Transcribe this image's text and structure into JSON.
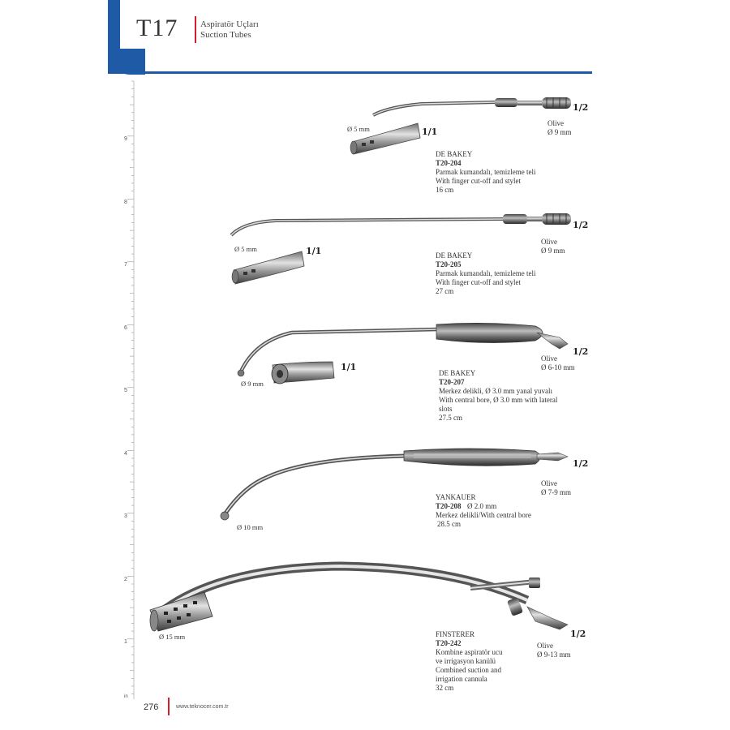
{
  "header": {
    "code": "T17",
    "title_tr": "Aspiratör Uçları",
    "title_en": "Suction Tubes",
    "accent": "#1f5aa6",
    "red": "#d21f2b"
  },
  "ruler": {
    "labels": [
      "9",
      "8",
      "7",
      "6",
      "5",
      "4",
      "3",
      "2",
      "1"
    ],
    "unit": "in"
  },
  "products": [
    {
      "brand": "DE BAKEY",
      "code": "T20-204",
      "lines": [
        "Parmak kumandalı, temizleme teli",
        "With finger cut-off and stylet",
        "16 cm"
      ],
      "tip": "Ø 5 mm",
      "olive_label": "Olive",
      "olive_size": "Ø 9 mm",
      "scale_detail": "1/1",
      "scale_main": "1/2"
    },
    {
      "brand": "DE BAKEY",
      "code": "T20-205",
      "lines": [
        "Parmak kumandalı, temizleme teli",
        "With finger cut-off and stylet",
        "27 cm"
      ],
      "tip": "Ø 5 mm",
      "olive_label": "Olive",
      "olive_size": "Ø 9 mm",
      "scale_detail": "1/1",
      "scale_main": "1/2"
    },
    {
      "brand": "DE BAKEY",
      "code": "T20-207",
      "lines": [
        "Merkez delikli, Ø 3.0 mm yanal yuvalı",
        "With central bore, Ø 3.0 mm with lateral",
        "slots",
        "27.5 cm"
      ],
      "tip": "Ø 9 mm",
      "olive_label": "Olive",
      "olive_size": "Ø 6-10 mm",
      "scale_detail": "1/1",
      "scale_main": "1/2"
    },
    {
      "brand": "YANKAUER",
      "code": "T20-208",
      "code_extra": "Ø 2.0 mm",
      "lines": [
        "Merkez delikli/With central bore",
        "28.5 cm"
      ],
      "tip": "Ø 10 mm",
      "olive_label": "Olive",
      "olive_size": "Ø 7-9 mm",
      "scale_main": "1/2"
    },
    {
      "brand": "FINSTERER",
      "code": "T20-242",
      "lines": [
        "Kombine aspiratör ucu",
        "ve irrigasyon kanülü",
        "Combined suction and",
        "irrigation cannula",
        "32 cm"
      ],
      "tip": "Ø 15 mm",
      "olive_label": "Olive",
      "olive_size": "Ø 9-13 mm",
      "scale_main": "1/2"
    }
  ],
  "footer": {
    "page": "276",
    "url": "www.teknocer.com.tr"
  }
}
